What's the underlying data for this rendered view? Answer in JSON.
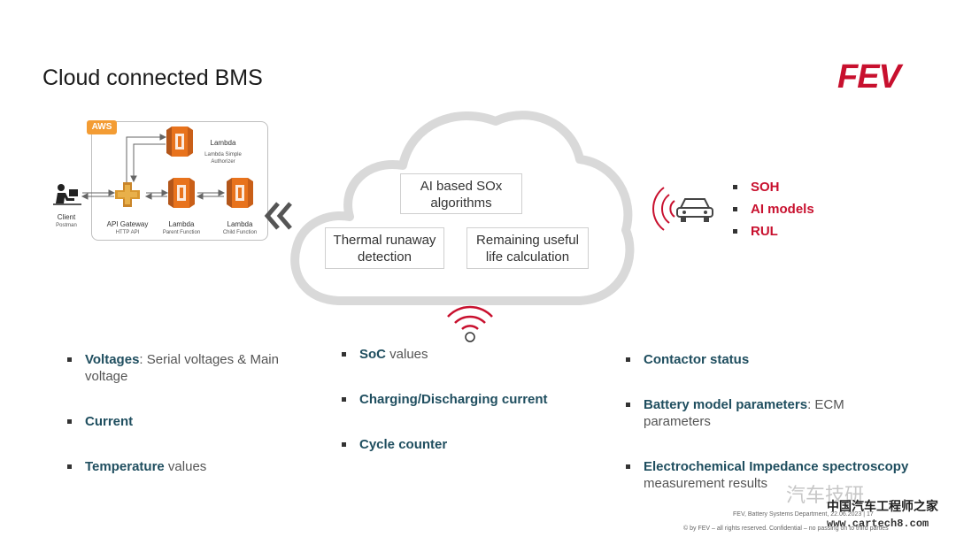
{
  "title": "Cloud connected BMS",
  "logo": "FEV",
  "aws": {
    "badge": "AWS",
    "client_label": "Client",
    "client_sub": "Postman",
    "gateway_label": "API Gateway",
    "gateway_sub": "HTTP API",
    "lambda_auth_label": "Lambda",
    "lambda_auth_sub1": "Lambda Simple",
    "lambda_auth_sub2": "Authorizer",
    "lambda_parent_label": "Lambda",
    "lambda_parent_sub": "Parent Function",
    "lambda_child_label": "Lambda",
    "lambda_child_sub": "Child Function",
    "colors": {
      "lambda": "#e8731d",
      "gateway": "#c9852a",
      "badge": "#f39c34"
    }
  },
  "cloud": {
    "box1_line1": "AI based SOx",
    "box1_line2": "algorithms",
    "box2_line1": "Thermal runaway",
    "box2_line2": "detection",
    "box3_line1": "Remaining useful",
    "box3_line2": "life calculation"
  },
  "vehicle_outputs": [
    "SOH",
    "AI models",
    "RUL"
  ],
  "col1": [
    {
      "bold": "Voltages",
      "rest": ": Serial voltages & Main",
      "rest2": "voltage"
    },
    {
      "bold": "Current",
      "rest": ""
    },
    {
      "bold": "Temperature",
      "rest": " values"
    }
  ],
  "col2": [
    {
      "bold": "SoC",
      "rest": " values"
    },
    {
      "bold": "Charging/Discharging current",
      "rest": ""
    },
    {
      "bold": "Cycle counter",
      "rest": ""
    }
  ],
  "col3": [
    {
      "bold": "Contactor status",
      "rest": ""
    },
    {
      "bold": "Battery model parameters",
      "rest": ": ECM",
      "rest2": "parameters"
    },
    {
      "bold": "Electrochemical Impedance spectroscopy",
      "rest": "",
      "rest2": "measurement results"
    }
  ],
  "footer": {
    "line1": "FEV, Battery Systems Department, 22.06.2023  |  17",
    "line2": "© by FEV – all rights reserved. Confidential – no passing on to third parties"
  },
  "watermark": "汽车技研",
  "watermark_site": "www.cartech8.com",
  "watermark_cn": "中国汽车工程师之家"
}
